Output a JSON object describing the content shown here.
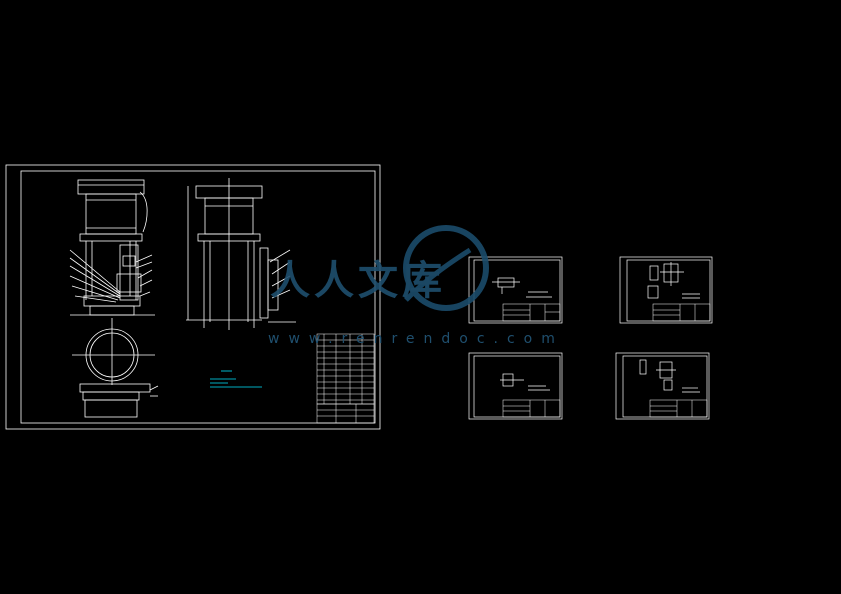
{
  "viewport": {
    "background": "#000000"
  },
  "colors": {
    "line": "#ffffff",
    "accent": "#00e5ff",
    "watermark": "#1f4f6e",
    "watermark_ring": "#1b4c6b"
  },
  "sheets": [
    {
      "id": "main-assembly",
      "kind": "assembly-drawing",
      "has_parts_table": true,
      "has_title_block": true
    },
    {
      "id": "sheet-2",
      "kind": "part-drawing",
      "has_title_block": true
    },
    {
      "id": "sheet-3",
      "kind": "part-drawing",
      "has_title_block": true
    },
    {
      "id": "sheet-4",
      "kind": "part-drawing",
      "has_title_block": true
    },
    {
      "id": "sheet-5",
      "kind": "part-drawing",
      "has_title_block": true
    }
  ],
  "watermark": {
    "logo_text": "人人文库",
    "url": "www.renrendoc.com"
  }
}
